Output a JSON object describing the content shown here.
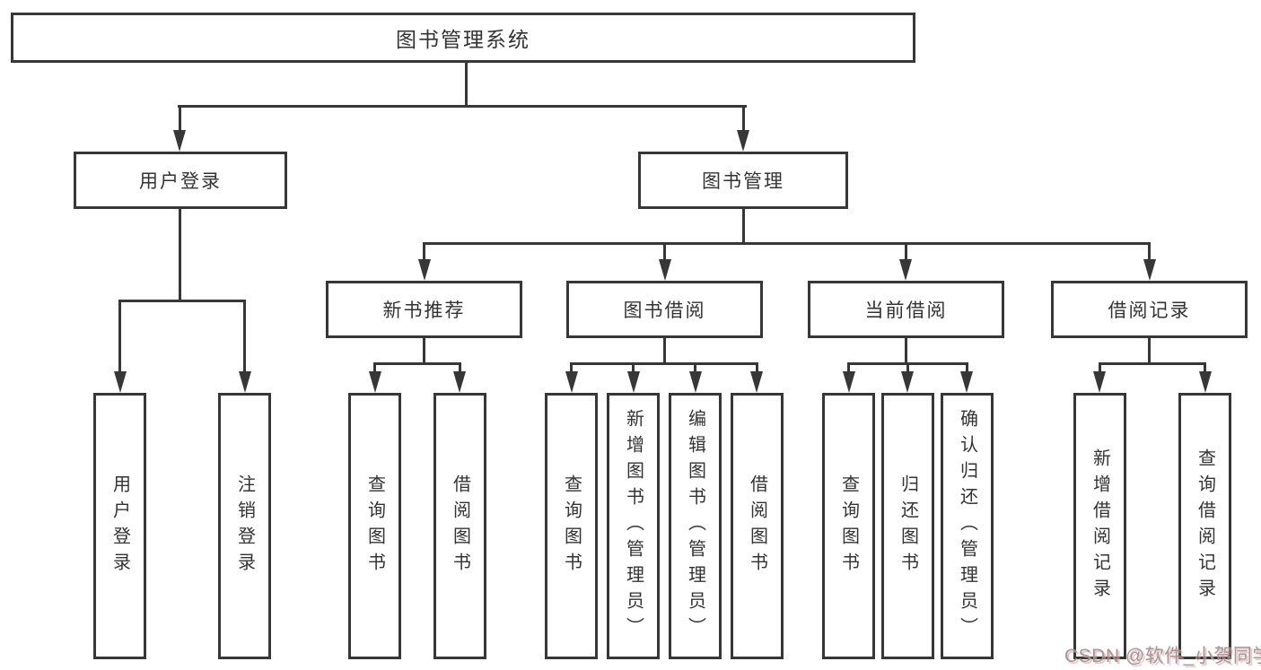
{
  "tree": {
    "label": "图书管理系统",
    "children": [
      {
        "label": "用户登录",
        "children": [
          {
            "label": "用户登录"
          },
          {
            "label": "注销登录"
          }
        ]
      },
      {
        "label": "图书管理",
        "children": [
          {
            "label": "新书推荐",
            "children": [
              {
                "label": "查询图书"
              },
              {
                "label": "借阅图书"
              }
            ]
          },
          {
            "label": "图书借阅",
            "children": [
              {
                "label": "查询图书"
              },
              {
                "label": "新增图书（管理员）"
              },
              {
                "label": "编辑图书（管理员）"
              },
              {
                "label": "借阅图书"
              }
            ]
          },
          {
            "label": "当前借阅",
            "children": [
              {
                "label": "查询图书"
              },
              {
                "label": "归还图书"
              },
              {
                "label": "确认归还（管理员）"
              }
            ]
          },
          {
            "label": "借阅记录",
            "children": [
              {
                "label": "新增借阅记录"
              },
              {
                "label": "查询借阅记录"
              }
            ]
          }
        ]
      }
    ]
  },
  "watermark": {
    "text": "CSDN @软件_小贺同学"
  },
  "style": {
    "line_color": "#373737",
    "text_color": "#333333",
    "background": "#ffffff",
    "watermark_color": "#969696",
    "watermark_shadow": "#f09ea6"
  }
}
